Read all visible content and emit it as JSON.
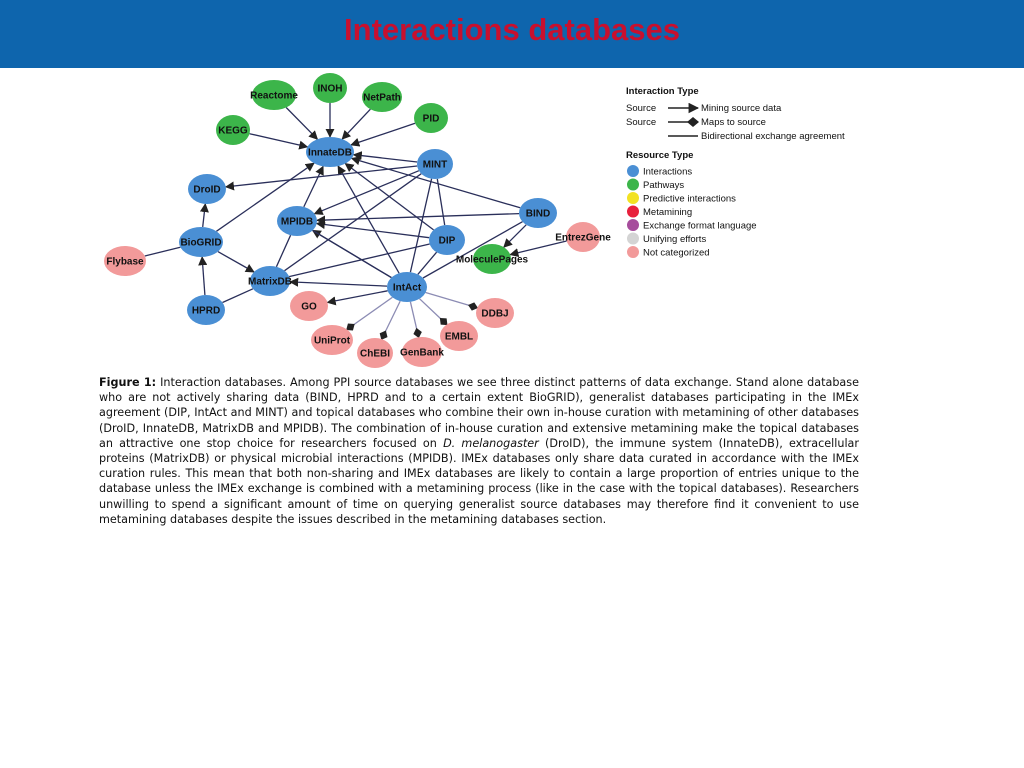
{
  "slide": {
    "title": "Interactions databases"
  },
  "colors": {
    "header_bg": "#0e65ad",
    "title": "#c8102e",
    "interactions": "#4a8fd4",
    "pathways": "#3cb54a",
    "predictive": "#f2e223",
    "metamining": "#e8203c",
    "exchange_format": "#a64d9c",
    "unifying": "#d4d4d4",
    "not_categorized": "#f29a9a"
  },
  "legend": {
    "interaction_type_heading": "Interaction Type",
    "interaction_types": [
      {
        "source": "Source",
        "label": "Mining source data"
      },
      {
        "source": "Source",
        "label": "Maps to source"
      },
      {
        "source": "",
        "label": "Bidirectional exchange agreement"
      }
    ],
    "resource_type_heading": "Resource Type",
    "resource_types": [
      {
        "label": "Interactions",
        "color": "#4a8fd4"
      },
      {
        "label": "Pathways",
        "color": "#3cb54a"
      },
      {
        "label": "Predictive interactions",
        "color": "#f2e223"
      },
      {
        "label": "Metamining",
        "color": "#e8203c"
      },
      {
        "label": "Exchange format language",
        "color": "#a64d9c"
      },
      {
        "label": "Unifying efforts",
        "color": "#d4d4d4"
      },
      {
        "label": "Not categorized",
        "color": "#f29a9a"
      }
    ]
  },
  "nodes": [
    {
      "id": "reactome",
      "label": "Reactome",
      "type": "pathways"
    },
    {
      "id": "inoh",
      "label": "INOH",
      "type": "pathways"
    },
    {
      "id": "netpath",
      "label": "NetPath",
      "type": "pathways"
    },
    {
      "id": "pid",
      "label": "PID",
      "type": "pathways"
    },
    {
      "id": "kegg",
      "label": "KEGG",
      "type": "pathways"
    },
    {
      "id": "innatedb",
      "label": "InnateDB",
      "type": "interactions"
    },
    {
      "id": "mint",
      "label": "MINT",
      "type": "interactions"
    },
    {
      "id": "droid",
      "label": "DroID",
      "type": "interactions"
    },
    {
      "id": "bind",
      "label": "BIND",
      "type": "interactions"
    },
    {
      "id": "entrezgene",
      "label": "EntrezGene",
      "type": "not_categorized"
    },
    {
      "id": "mpidb",
      "label": "MPIDB",
      "type": "interactions"
    },
    {
      "id": "dip",
      "label": "DIP",
      "type": "interactions"
    },
    {
      "id": "biogrid",
      "label": "BioGRID",
      "type": "interactions"
    },
    {
      "id": "moleculepages",
      "label": "MoleculePages",
      "type": "pathways"
    },
    {
      "id": "flybase",
      "label": "Flybase",
      "type": "not_categorized"
    },
    {
      "id": "matrixdb",
      "label": "MatrixDB",
      "type": "interactions"
    },
    {
      "id": "intact",
      "label": "IntAct",
      "type": "interactions"
    },
    {
      "id": "go",
      "label": "GO",
      "type": "not_categorized"
    },
    {
      "id": "ddbj",
      "label": "DDBJ",
      "type": "not_categorized"
    },
    {
      "id": "hprd",
      "label": "HPRD",
      "type": "interactions"
    },
    {
      "id": "uniprot",
      "label": "UniProt",
      "type": "not_categorized"
    },
    {
      "id": "embl",
      "label": "EMBL",
      "type": "not_categorized"
    },
    {
      "id": "chebi",
      "label": "ChEBI",
      "type": "not_categorized"
    },
    {
      "id": "genbank",
      "label": "GenBank",
      "type": "not_categorized"
    }
  ],
  "edges": [
    {
      "from": "reactome",
      "to": "innatedb",
      "kind": "arrow"
    },
    {
      "from": "inoh",
      "to": "innatedb",
      "kind": "arrow"
    },
    {
      "from": "netpath",
      "to": "innatedb",
      "kind": "arrow"
    },
    {
      "from": "pid",
      "to": "innatedb",
      "kind": "arrow"
    },
    {
      "from": "kegg",
      "to": "innatedb",
      "kind": "arrow"
    },
    {
      "from": "mint",
      "to": "innatedb",
      "kind": "arrow"
    },
    {
      "from": "bind",
      "to": "innatedb",
      "kind": "arrow"
    },
    {
      "from": "intact",
      "to": "innatedb",
      "kind": "arrow"
    },
    {
      "from": "dip",
      "to": "innatedb",
      "kind": "arrow"
    },
    {
      "from": "biogrid",
      "to": "innatedb",
      "kind": "arrow"
    },
    {
      "from": "mpidb",
      "to": "innatedb",
      "kind": "arrow"
    },
    {
      "from": "mint",
      "to": "droid",
      "kind": "arrow"
    },
    {
      "from": "biogrid",
      "to": "droid",
      "kind": "arrow"
    },
    {
      "from": "bind",
      "to": "mpidb",
      "kind": "arrow"
    },
    {
      "from": "mint",
      "to": "mpidb",
      "kind": "arrow"
    },
    {
      "from": "dip",
      "to": "mpidb",
      "kind": "arrow"
    },
    {
      "from": "intact",
      "to": "mpidb",
      "kind": "arrow"
    },
    {
      "from": "bind",
      "to": "moleculepages",
      "kind": "arrow"
    },
    {
      "from": "entrezgene",
      "to": "moleculepages",
      "kind": "arrow"
    },
    {
      "from": "biogrid",
      "to": "matrixdb",
      "kind": "arrow"
    },
    {
      "from": "hprd",
      "to": "biogrid",
      "kind": "arrow"
    },
    {
      "from": "intact",
      "to": "matrixdb",
      "kind": "arrow"
    },
    {
      "from": "flybase",
      "to": "biogrid",
      "kind": "line"
    },
    {
      "from": "mint",
      "to": "intact",
      "kind": "line"
    },
    {
      "from": "dip",
      "to": "intact",
      "kind": "line"
    },
    {
      "from": "mint",
      "to": "dip",
      "kind": "line"
    },
    {
      "from": "mpidb",
      "to": "matrixdb",
      "kind": "line"
    },
    {
      "from": "mint",
      "to": "matrixdb",
      "kind": "line"
    },
    {
      "from": "dip",
      "to": "matrixdb",
      "kind": "line"
    },
    {
      "from": "mpidb",
      "to": "intact",
      "kind": "line"
    },
    {
      "from": "bind",
      "to": "intact",
      "kind": "line"
    },
    {
      "from": "hprd",
      "to": "matrixdb",
      "kind": "line"
    },
    {
      "from": "intact",
      "to": "go",
      "kind": "arrow"
    },
    {
      "from": "intact",
      "to": "ddbj",
      "kind": "diamond"
    },
    {
      "from": "intact",
      "to": "uniprot",
      "kind": "diamond"
    },
    {
      "from": "intact",
      "to": "embl",
      "kind": "diamond"
    },
    {
      "from": "intact",
      "to": "chebi",
      "kind": "diamond"
    },
    {
      "from": "intact",
      "to": "genbank",
      "kind": "diamond"
    }
  ],
  "caption": {
    "label": "Figure 1:",
    "pre": "Interaction databases. Among PPI source databases we see three distinct patterns of data exchange. Stand alone database who are not actively sharing data (BIND, HPRD and to a certain extent BioGRID), generalist databases participating in the IMEx agreement (DIP, IntAct and MINT) and topical databases who combine their own in-house curation with metamining of other databases (DroID, InnateDB, MatrixDB and MPIDB). The combination of in-house curation and extensive metamining make the topical databases an attractive one stop choice for researchers focused on",
    "species": "D. melanogaster",
    "post": "(DroID), the immune system (InnateDB), extracellular proteins (MatrixDB) or physical microbial interactions (MPIDB). IMEx databases only share data curated in accordance with the IMEx curation rules. This mean that both non-sharing and IMEx databases are likely to contain a large proportion of entries unique to the database unless the IMEx exchange is combined with a metamining process (like in the case with the topical databases). Researchers unwilling to spend a significant amount of time on querying generalist source databases may therefore find it convenient to use metamining databases despite the issues described in the metamining databases section."
  }
}
